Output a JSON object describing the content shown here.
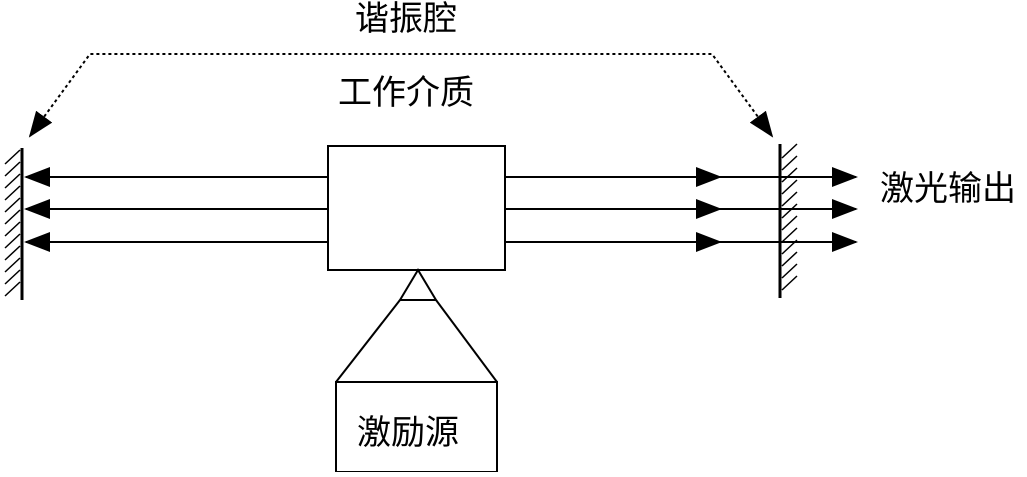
{
  "labels": {
    "resonator_cavity": "谐振腔",
    "gain_medium": "工作介质",
    "laser_output": "激光输出",
    "pump_source": "激励源"
  },
  "colors": {
    "stroke": "#000000",
    "background": "#ffffff"
  }
}
